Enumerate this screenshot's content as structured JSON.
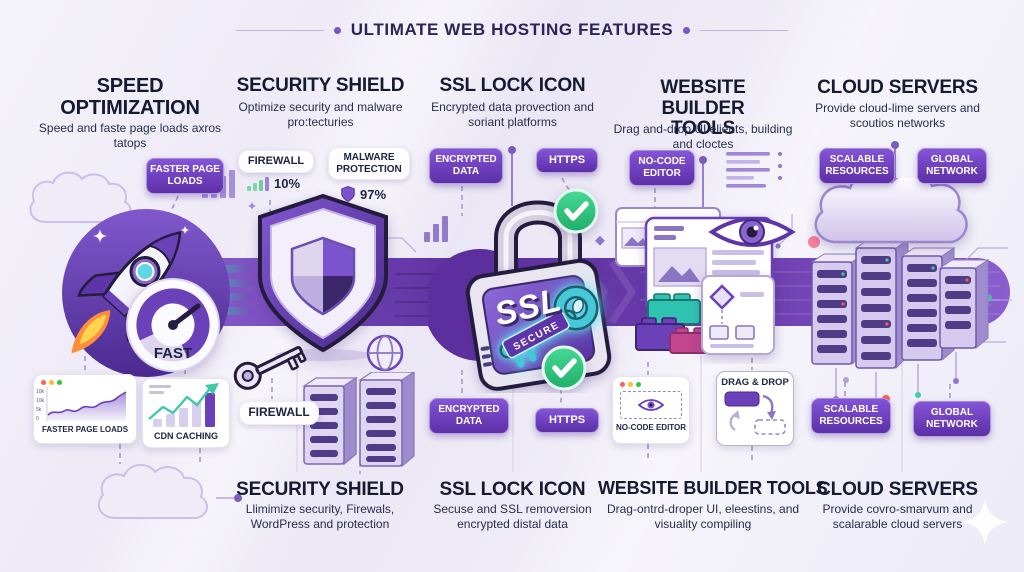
{
  "title": "ULTIMATE WEB HOSTING FEATURES",
  "colors": {
    "accent_purple": "#6b3fb4",
    "badge_purple": "#5c2ea6",
    "navy_text": "#1e2340",
    "green_check": "#2ec77e",
    "teal_accent": "#3fc9b0"
  },
  "top_sections": [
    {
      "heading": "SPEED OPTIMIZATION",
      "subtitle": "Speed and faste page loads axros tatops"
    },
    {
      "heading": "SECURITY SHIELD",
      "subtitle": "Optimize security and malware pro:tecturies"
    },
    {
      "heading": "SSL LOCK ICON",
      "subtitle": "Encrypted data provection and soriant platforms"
    },
    {
      "heading": "WEBSITE BUILDER TOOLS",
      "subtitle": "Drag and-drop UI elients, building and cloctes"
    },
    {
      "heading": "CLOUD SERVERS",
      "subtitle": "Provide cloud-lime servers and scoutios networks"
    }
  ],
  "bottom_sections": [
    {
      "heading": "SECURITY SHIELD",
      "subtitle": "Llimimize security, Firewals, WordPress and protection"
    },
    {
      "heading": "SSL LOCK ICON",
      "subtitle": "Secuse and SSL removersion encrypted distal data"
    },
    {
      "heading": "WEBSITE BUILDER TOOLS",
      "subtitle": "Drag-ontrd-droper UI, eleestins, and visuality compiling"
    },
    {
      "heading": "CLOUD SERVERS",
      "subtitle": "Provide covro-smarvum and scalarable cloud servers"
    }
  ],
  "top_badges": {
    "faster_page_loads": "FASTER PAGE LOADS",
    "firewall": {
      "label": "FIREWALL",
      "stat": "10%"
    },
    "malware": {
      "label": "MALWARE PROTECTION",
      "stat": "97%"
    },
    "encrypted_data": "ENCRYPTED DATA",
    "https": "HTTPS",
    "no_code_editor": "NO-CODE EDITOR",
    "scalable_resources": "SCALABLE RESOURCES",
    "global_network": "GLOBAL NETWORK"
  },
  "bottom_badges": {
    "firewall": "FIREWALL",
    "encrypted_data": "ENCRYPTED DATA",
    "https": "HTTPS",
    "scalable_resources": "SCALABLE RESOURCES",
    "global_network": "GLOBAL NETWORK"
  },
  "cards": {
    "page_speed_chart": {
      "label": "FASTER PAGE LOADS",
      "y_ticks": [
        "10k",
        "10k",
        "5k",
        "0"
      ]
    },
    "cdn_caching": {
      "label": "CDN CACHING"
    },
    "no_code_editor": {
      "label": "NO-CODE EDITOR"
    },
    "drag_drop": {
      "label": "DRAG & DROP"
    }
  },
  "illustrations": {
    "speed_gauge_label": "FAST",
    "ssl_lock_label": "SSL",
    "ssl_key_label": "SECURE"
  }
}
